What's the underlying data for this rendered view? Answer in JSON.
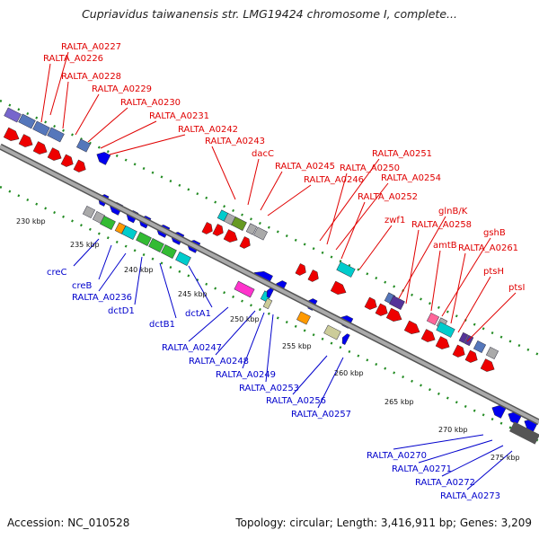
{
  "title": "Cupriavidus taiwanensis str. LMG19424 chromosome I, complete...",
  "footer": {
    "accession": "Accession: NC_010528",
    "summary": "Topology: circular; Length: 3,416,911 bp; Genes: 3,209"
  },
  "colors": {
    "backbone": "#888888",
    "forward_arrow": "#ee0000",
    "reverse_arrow": "#0000ee",
    "top_label": "#e00000",
    "bottom_label": "#0000cc",
    "tick": "#228b22"
  },
  "kbp_ticks": [
    "230 kbp",
    "235 kbp",
    "240 kbp",
    "245 kbp",
    "250 kbp",
    "255 kbp",
    "260 kbp",
    "265 kbp",
    "270 kbp",
    "275 kbp"
  ],
  "top_labels": [
    "RALTA_A0227",
    "RALTA_A0226",
    "RALTA_A0228",
    "RALTA_A0229",
    "RALTA_A0230",
    "RALTA_A0231",
    "RALTA_A0242",
    "RALTA_A0243",
    "dacC",
    "RALTA_A0245",
    "RALTA_A0246",
    "RALTA_A0251",
    "RALTA_A0250",
    "RALTA_A0254",
    "RALTA_A0252",
    "zwf1",
    "glnB/K",
    "RALTA_A0258",
    "amtB",
    "gshB",
    "RALTA_A0261",
    "ptsH",
    "ptsI"
  ],
  "bottom_labels": [
    "creC",
    "creB",
    "RALTA_A0236",
    "dctD1",
    "dctB1",
    "dctA1",
    "RALTA_A0247",
    "RALTA_A0248",
    "RALTA_A0249",
    "RALTA_A0253",
    "RALTA_A0256",
    "RALTA_A0257",
    "RALTA_A0270",
    "RALTA_A0271",
    "RALTA_A0272",
    "RALTA_A0273"
  ]
}
